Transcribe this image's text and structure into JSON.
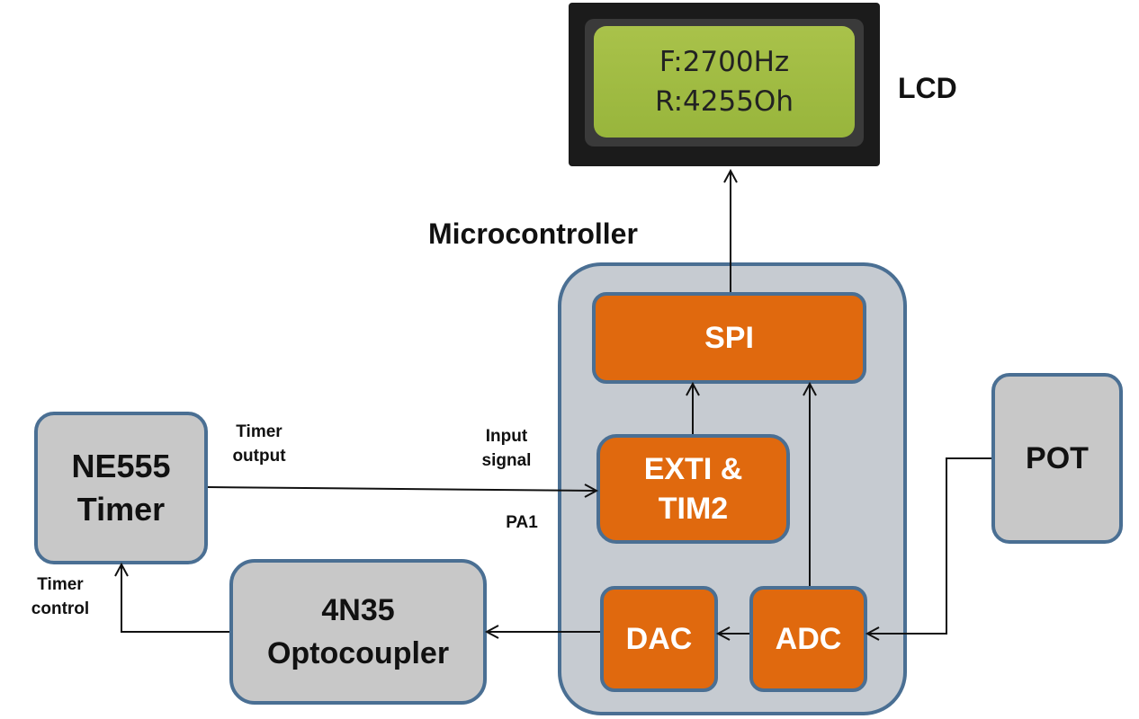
{
  "lcd": {
    "label": "LCD",
    "line1": "F:2700Hz",
    "line2": "R:4255Oh"
  },
  "microcontroller": {
    "label": "Microcontroller",
    "blocks": {
      "spi": "SPI",
      "exti_line1": "EXTI &",
      "exti_line2": "TIM2",
      "dac": "DAC",
      "adc": "ADC"
    }
  },
  "ne555": {
    "line1": "NE555",
    "line2": "Timer"
  },
  "pot": {
    "label": "POT"
  },
  "optocoupler": {
    "line1": "4N35",
    "line2": "Optocoupler"
  },
  "signals": {
    "timer_output_line1": "Timer",
    "timer_output_line2": "output",
    "input_signal_line1": "Input",
    "input_signal_line2": "signal",
    "pin": "PA1",
    "timer_control_line1": "Timer",
    "timer_control_line2": "control"
  },
  "colors": {
    "orange_block": "#e0690e",
    "gray_block": "#c8c8c8",
    "block_border": "#4a6f93",
    "lcd_screen": "#a9c24a"
  }
}
